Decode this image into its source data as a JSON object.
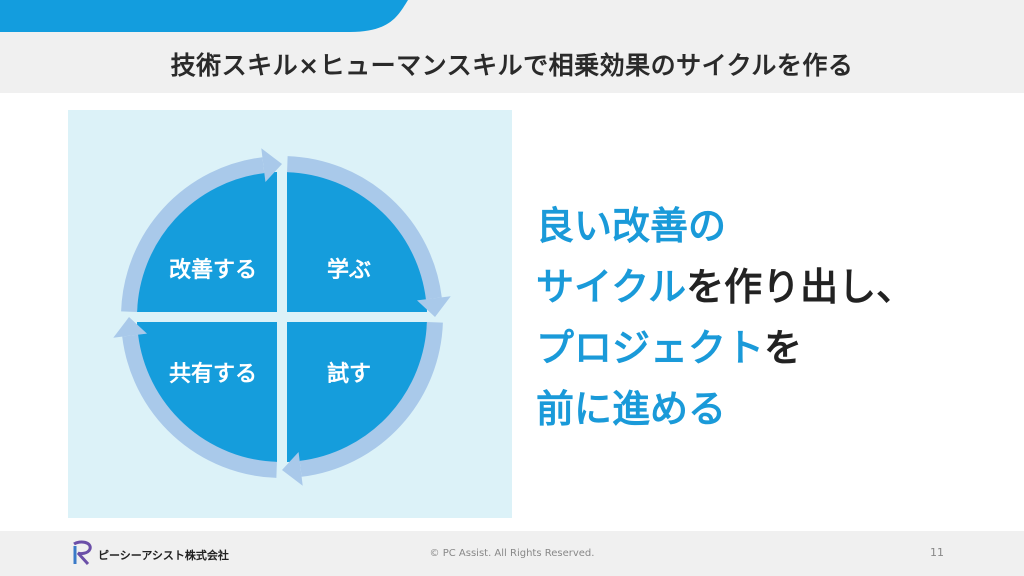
{
  "slide": {
    "title": "技術スキル×ヒューマンスキルで相乗効果のサイクルを作る",
    "cycle": {
      "steps": [
        "学ぶ",
        "試す",
        "共有する",
        "改善する"
      ]
    },
    "message": {
      "line1": "良い改善の",
      "line2_blue": "サイクル",
      "line2_black": "を作り出し、",
      "line3_blue": "プロジェクト",
      "line3_black": "を",
      "line4": "前に進める"
    },
    "colors": {
      "accent": "#159ddc",
      "ring": "#a9c9ea",
      "panel": "#dcf2f8"
    }
  },
  "footer": {
    "company": "ピーシーアシスト株式会社",
    "copyright": "© PC Assist. All Rights Reserved.",
    "page": "11"
  }
}
